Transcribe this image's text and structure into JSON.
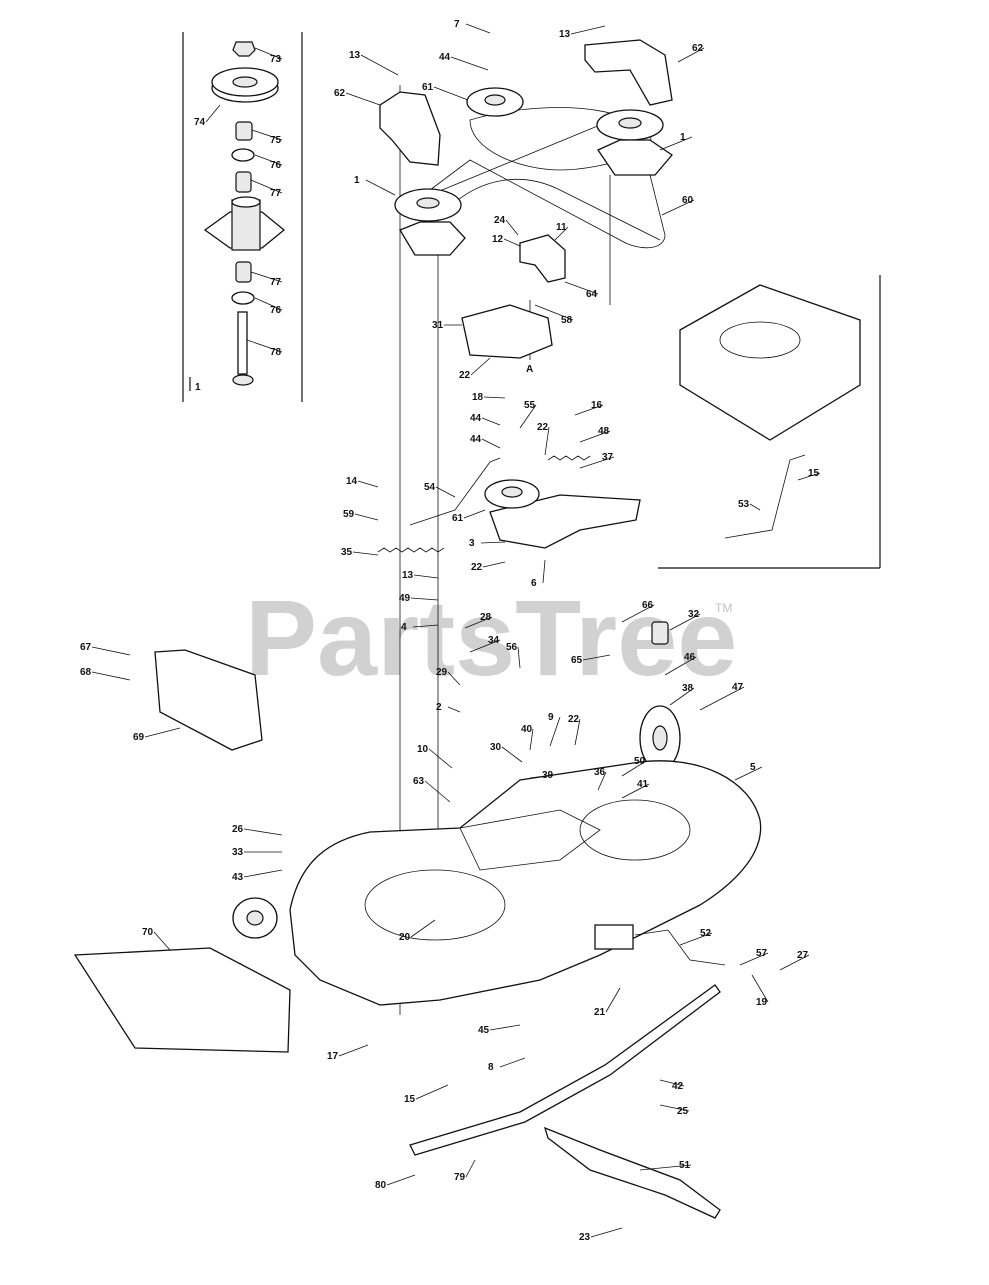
{
  "watermark": {
    "text": "PartsTree",
    "trademark": "TM"
  },
  "detail_label": "1",
  "section_marker": "A",
  "callouts": [
    "73",
    "74",
    "75",
    "76",
    "77",
    "77",
    "76",
    "78",
    "7",
    "13",
    "44",
    "62",
    "61",
    "1",
    "13",
    "62",
    "1",
    "60",
    "24",
    "12",
    "11",
    "64",
    "58",
    "31",
    "22",
    "18",
    "16",
    "44",
    "55",
    "22",
    "48",
    "44",
    "37",
    "14",
    "54",
    "59",
    "61",
    "3",
    "35",
    "22",
    "6",
    "13",
    "49",
    "4",
    "28",
    "34",
    "56",
    "29",
    "2",
    "66",
    "65",
    "32",
    "46",
    "38",
    "47",
    "67",
    "68",
    "69",
    "10",
    "40",
    "9",
    "22",
    "30",
    "39",
    "63",
    "50",
    "41",
    "36",
    "5",
    "26",
    "33",
    "43",
    "70",
    "20",
    "52",
    "57",
    "27",
    "19",
    "21",
    "45",
    "17",
    "8",
    "42",
    "25",
    "15",
    "51",
    "79",
    "80",
    "23",
    "53",
    "15"
  ]
}
